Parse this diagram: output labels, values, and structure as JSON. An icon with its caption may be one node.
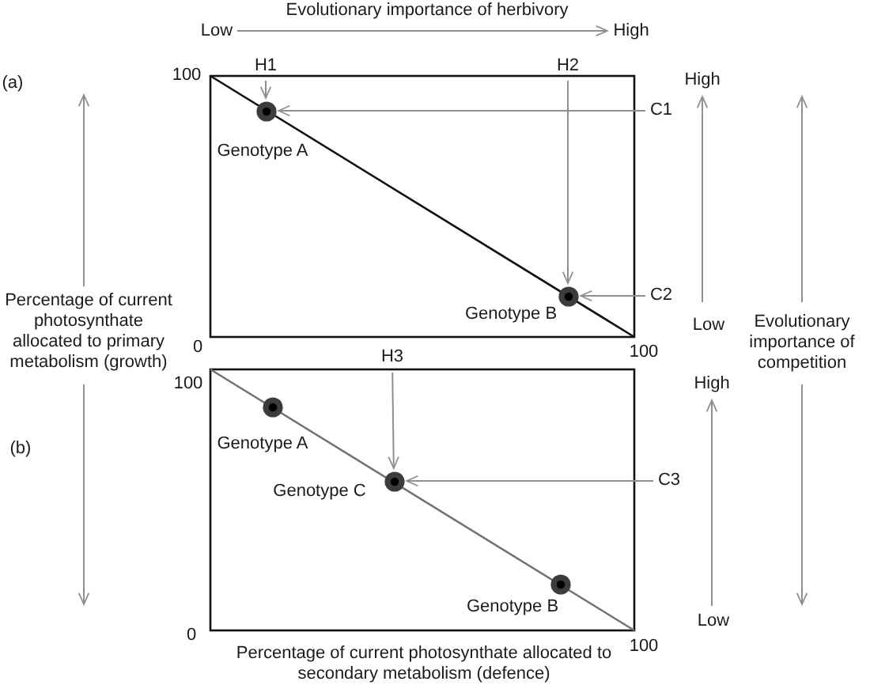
{
  "diagram": {
    "nodes": [
      {
        "text": [
          "H1"
        ]
      },
      {
        "text": [
          "H2"
        ]
      },
      {
        "text": [],
        "shape": "circle",
        "beside": [
          "Genotype A"
        ]
      },
      {
        "text": [
          "C1"
        ]
      },
      {
        "text": [],
        "shape": "circle",
        "beside": [
          "Genotype B"
        ]
      },
      {
        "text": [
          "C2"
        ]
      },
      {
        "text": [
          "H3"
        ]
      },
      {
        "text": [],
        "shape": "circle",
        "beside": [
          "Genotype A"
        ]
      },
      {
        "text": [],
        "shape": "circle",
        "beside": [
          "Genotype C"
        ]
      },
      {
        "text": [
          "C3"
        ]
      },
      {
        "text": [],
        "shape": "circle",
        "beside": [
          "Genotype B"
        ]
      }
    ],
    "edges": [
      {
        "from": 0,
        "to": 2,
        "arrow": "to"
      },
      {
        "from": 3,
        "to": 2,
        "arrow": "to"
      },
      {
        "from": 1,
        "to": 4,
        "arrow": "to"
      },
      {
        "from": 5,
        "to": 4,
        "arrow": "to"
      },
      {
        "from": 6,
        "to": 8,
        "arrow": "to"
      },
      {
        "from": 9,
        "to": 8,
        "arrow": "to"
      }
    ],
    "labels": [
      "Evolutionary importance of herbivory",
      "Low",
      "High",
      "(a)",
      "100",
      "High",
      "Percentage of current photosynthate allocated to primary metabolism (growth)",
      "0",
      "100",
      "Low",
      "Evolutionary importance of competition",
      "100",
      "High",
      "(b)",
      "0",
      "100",
      "Low",
      "Percentage of current photosynthate allocated to secondary metabolism (defence)"
    ]
  }
}
